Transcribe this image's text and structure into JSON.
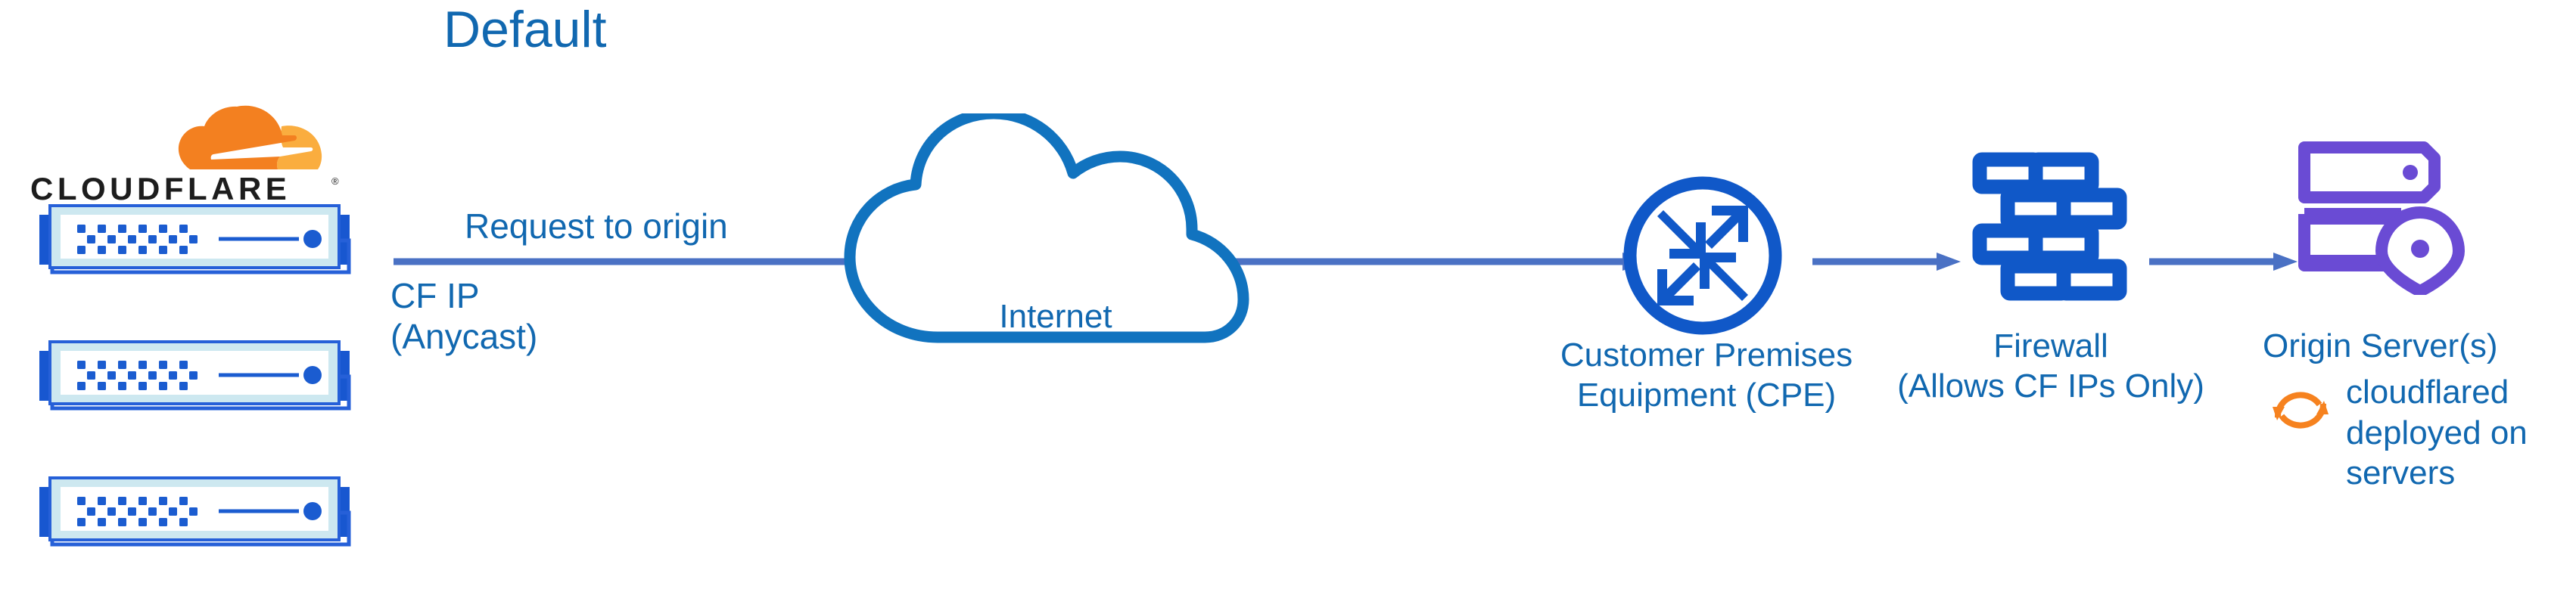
{
  "title": "Default",
  "brand": {
    "wordmark": "CLOUDFLARE",
    "registered_mark": "®",
    "logo_orange_dark": "#F38020",
    "logo_orange_light": "#FAAD3F"
  },
  "colors": {
    "label_blue": "#1168B0",
    "icon_blue": "#1058C8",
    "arrow_blue": "#4A71C4",
    "origin_purple": "#6A4BD4",
    "router_body": "#CDE8F0",
    "router_tab": "#1857D0",
    "cloudflared_orange": "#F6821F"
  },
  "nodes": [
    {
      "id": "cloudflare-edge",
      "icon": "router-stack-icon",
      "count": 3,
      "label": ""
    },
    {
      "id": "internet",
      "icon": "cloud-outline-icon",
      "label": "Internet"
    },
    {
      "id": "cpe",
      "icon": "router-circle-arrows-icon",
      "label_lines": [
        "Customer Premises",
        "Equipment (CPE)"
      ]
    },
    {
      "id": "firewall",
      "icon": "brick-wall-icon",
      "label_lines": [
        "Firewall",
        "(Allows CF IPs Only)"
      ]
    },
    {
      "id": "origin",
      "icon": "server-rack-location-pin-icon",
      "label_lines": [
        "Origin Server(s)"
      ]
    }
  ],
  "labels": {
    "request_to_origin": "Request to origin",
    "cf_ip_line1": "CF IP",
    "cf_ip_line2": "(Anycast)",
    "internet": "Internet",
    "cpe_line1": "Customer Premises",
    "cpe_line2": "Equipment (CPE)",
    "firewall_line1": "Firewall",
    "firewall_line2": "(Allows CF IPs Only)",
    "origin": "Origin Server(s)",
    "cloudflared_line1": "cloudflared",
    "cloudflared_line2": "deployed on",
    "cloudflared_line3": "servers"
  },
  "icons": {
    "cloudflare_cloud": "cloudflare-cloud-icon",
    "router": "router-device-icon",
    "internet_cloud": "cloud-outline-icon",
    "cpe": "router-arrows-circle-icon",
    "firewall": "brick-wall-icon",
    "origin_server": "server-rack-icon",
    "location_pin": "location-pin-icon",
    "cloudflared": "sync-refresh-icon",
    "flow_arrow": "arrow-right-icon"
  }
}
